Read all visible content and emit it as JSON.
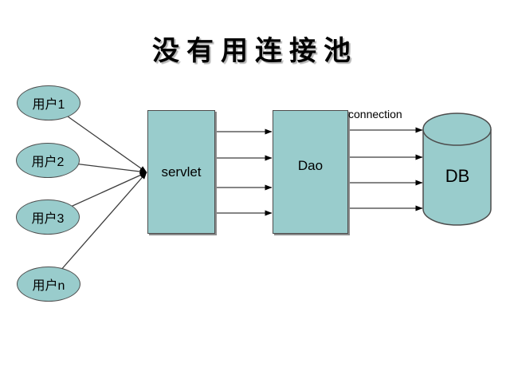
{
  "title": "没有用连接池",
  "users": [
    "用户1",
    "用户2",
    "用户3",
    "用户n"
  ],
  "nodes": {
    "servlet": "servlet",
    "dao": "Dao",
    "db": "DB"
  },
  "labels": {
    "connection": "connection"
  },
  "colors": {
    "background": "#FFFFFF",
    "shape_fill": "#99CCCC",
    "shape_border": "#4D4D4D",
    "connector": "#3C3C3C",
    "title_color": "#000000"
  }
}
